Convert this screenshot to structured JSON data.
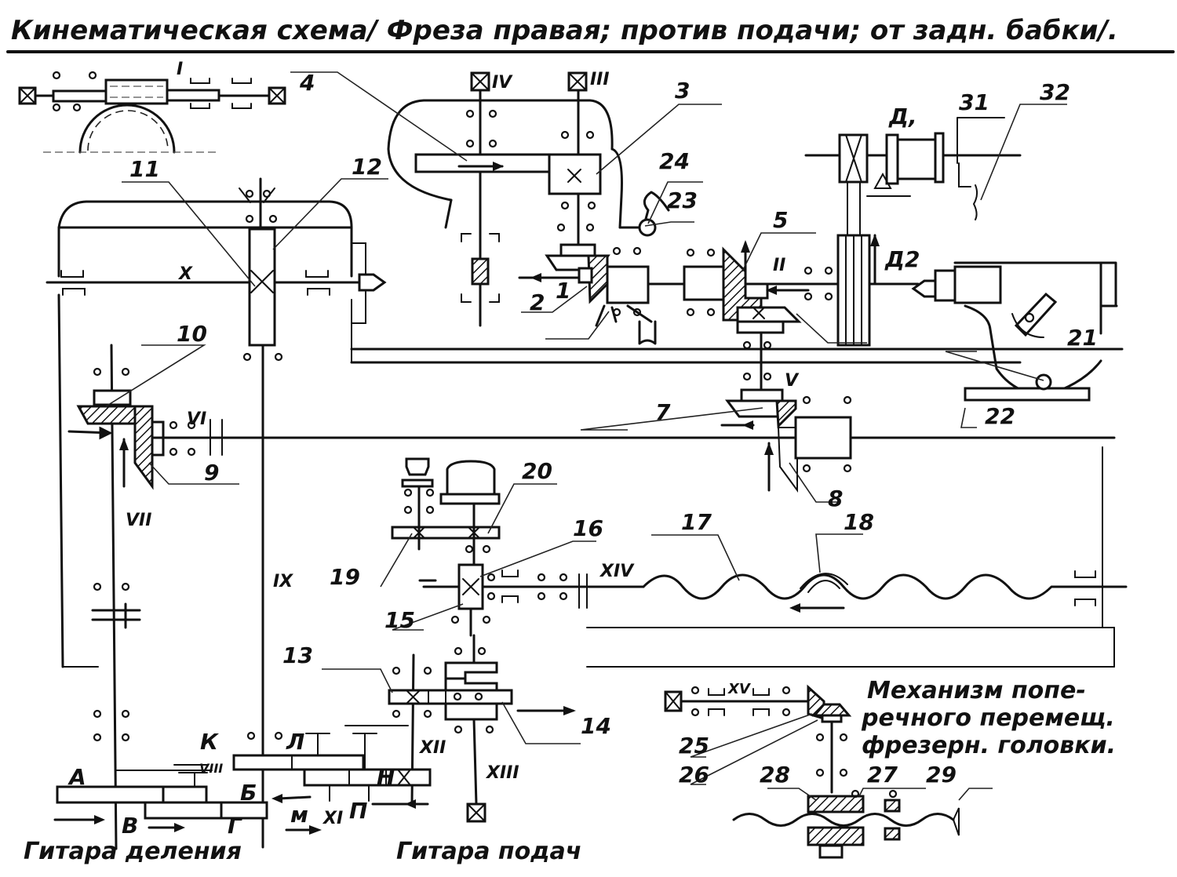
{
  "title": "Кинематическая схема/ Фреза правая; против подачи; от задн. бабки/.",
  "captions": {
    "division_guitar": "Гитара деления",
    "feed_guitar": "Гитара подач",
    "cross_mechanism_line1": "Механизм попе-",
    "cross_mechanism_line2": "речного перемещ.",
    "cross_mechanism_line3": "фрезерн. головки."
  },
  "part_numbers": [
    "1",
    "2",
    "3",
    "4",
    "5",
    "7",
    "8",
    "9",
    "10",
    "11",
    "12",
    "13",
    "14",
    "15",
    "16",
    "17",
    "18",
    "19",
    "20",
    "21",
    "22",
    "23",
    "24",
    "25",
    "26",
    "27",
    "28",
    "29",
    "31",
    "32"
  ],
  "shafts": {
    "I": "I",
    "II": "II",
    "III": "III",
    "IV": "IV",
    "V": "V",
    "VI": "VI",
    "VII": "VII",
    "VIII": "VIII",
    "IX": "IX",
    "X": "X",
    "XI": "XI",
    "XII": "XII",
    "XIII": "XIII",
    "XIV": "XIV",
    "XV": "XV"
  },
  "gear_letters": {
    "A": "А",
    "B": "Б",
    "V": "В",
    "G": "Г",
    "K": "К",
    "L": "Л",
    "M": "м",
    "N": "Н",
    "P": "П"
  },
  "motors": {
    "d1": "Д,",
    "d2": "Д2"
  }
}
